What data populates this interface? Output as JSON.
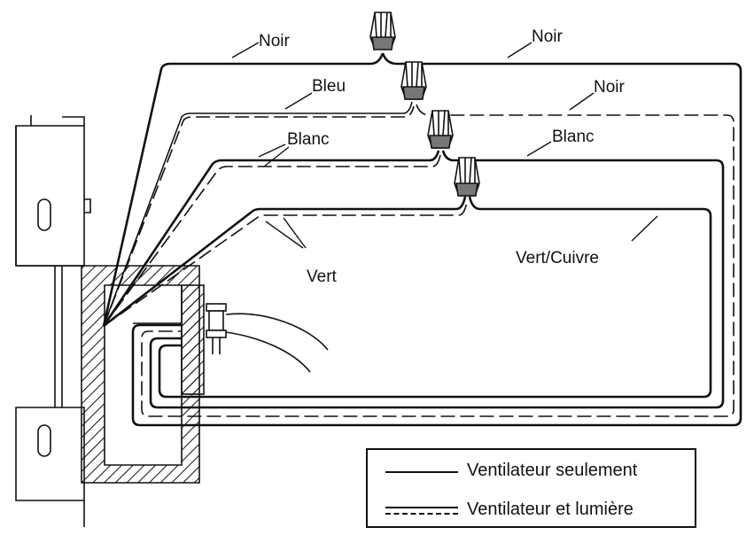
{
  "wire_labels": {
    "noir_left": "Noir",
    "noir_top_right": "Noir",
    "bleu": "Bleu",
    "noir_right": "Noir",
    "blanc_left": "Blanc",
    "blanc_right": "Blanc",
    "vert": "Vert",
    "vert_cuivre": "Vert/Cuivre"
  },
  "legend": {
    "solid_label": "Ventilateur seulement",
    "dashed_label": "Ventilateur et lumière"
  },
  "colors": {
    "line": "#111111",
    "hatch": "#111111",
    "background": "#ffffff"
  }
}
